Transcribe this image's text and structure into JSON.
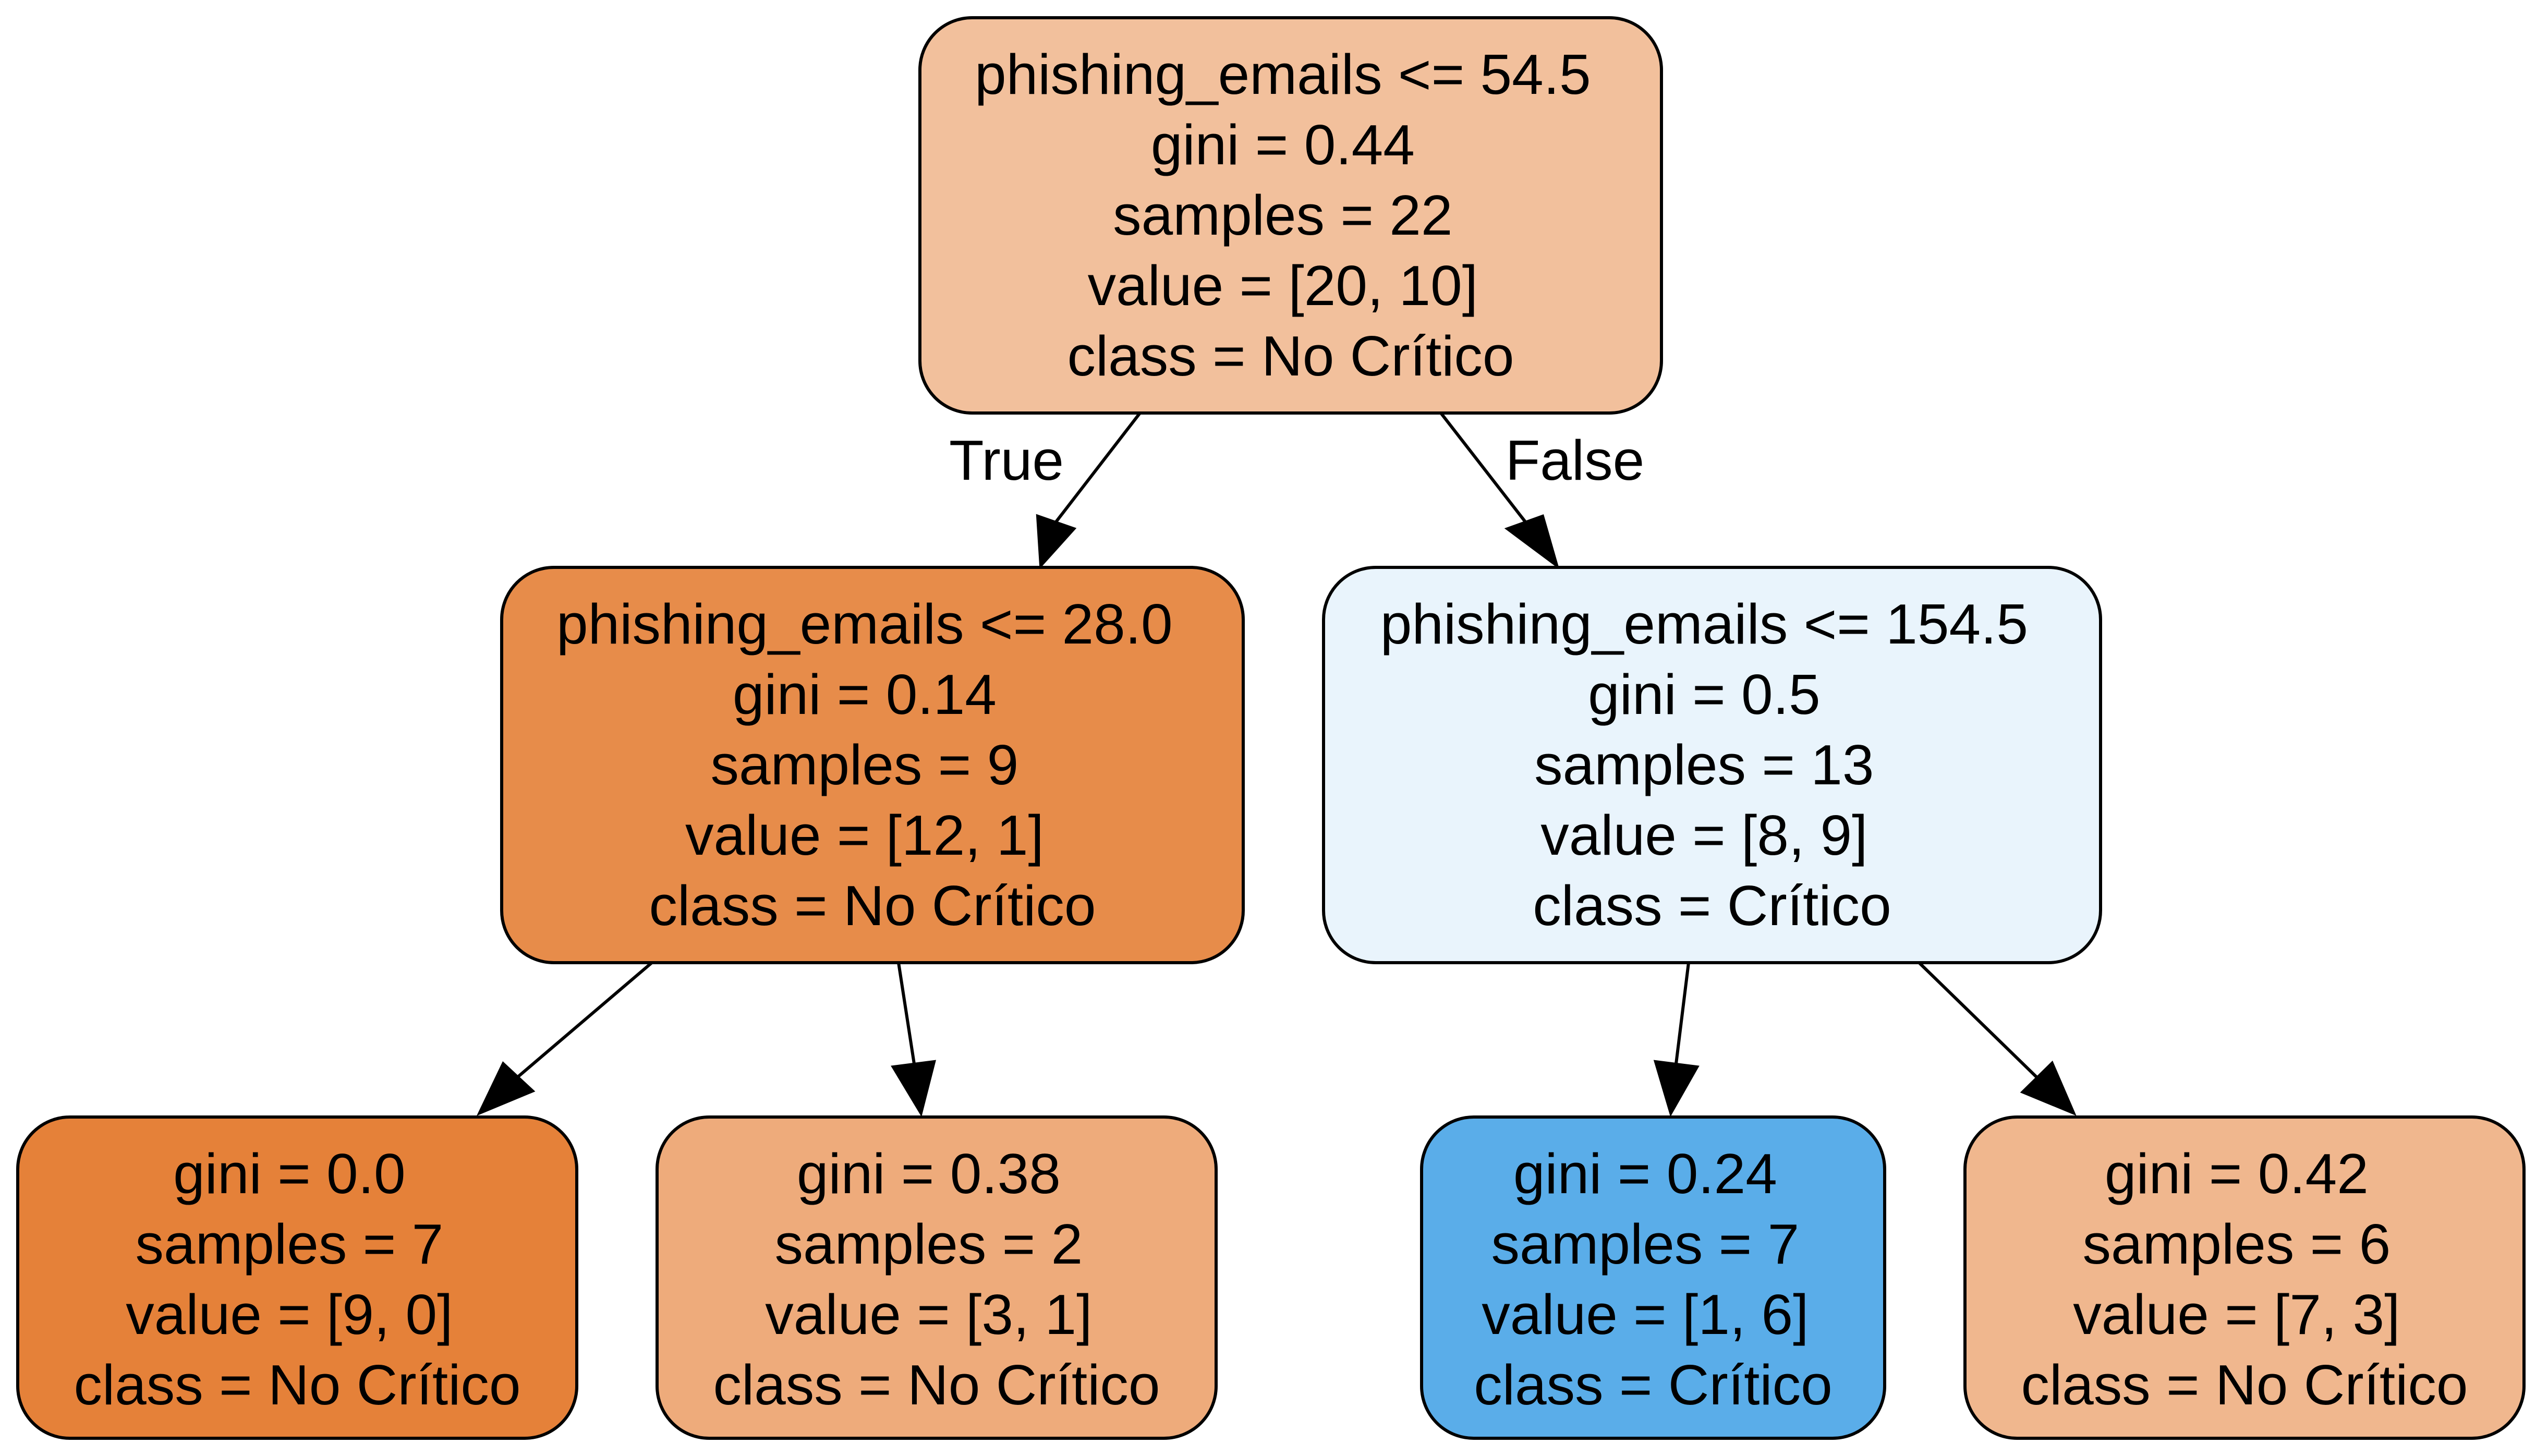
{
  "nodes": {
    "root": {
      "fill": "#f2c09c",
      "lines": [
        "phishing_emails <= 54.5",
        "gini = 0.44",
        "samples = 22",
        "value = [20, 10]",
        "class = No Crítico"
      ]
    },
    "left": {
      "fill": "#e78c4a",
      "lines": [
        "phishing_emails <= 28.0",
        "gini = 0.14",
        "samples = 9",
        "value = [12, 1]",
        "class = No Crítico"
      ]
    },
    "right": {
      "fill": "#e9f4fc",
      "lines": [
        "phishing_emails <= 154.5",
        "gini = 0.5",
        "samples = 13",
        "value = [8, 9]",
        "class = Crítico"
      ]
    },
    "leaf1": {
      "fill": "#e58139",
      "lines": [
        "gini = 0.0",
        "samples = 7",
        "value = [9, 0]",
        "class = No Crítico"
      ]
    },
    "leaf2": {
      "fill": "#eeab7b",
      "lines": [
        "gini = 0.38",
        "samples = 2",
        "value = [3, 1]",
        "class = No Crítico"
      ]
    },
    "leaf3": {
      "fill": "#5aade9",
      "lines": [
        "gini = 0.24",
        "samples = 7",
        "value = [1, 6]",
        "class = Crítico"
      ]
    },
    "leaf4": {
      "fill": "#f0b78e",
      "lines": [
        "gini = 0.42",
        "samples = 6",
        "value = [7, 3]",
        "class = No Crítico"
      ]
    }
  },
  "edges": {
    "true_label": "True",
    "false_label": "False"
  }
}
